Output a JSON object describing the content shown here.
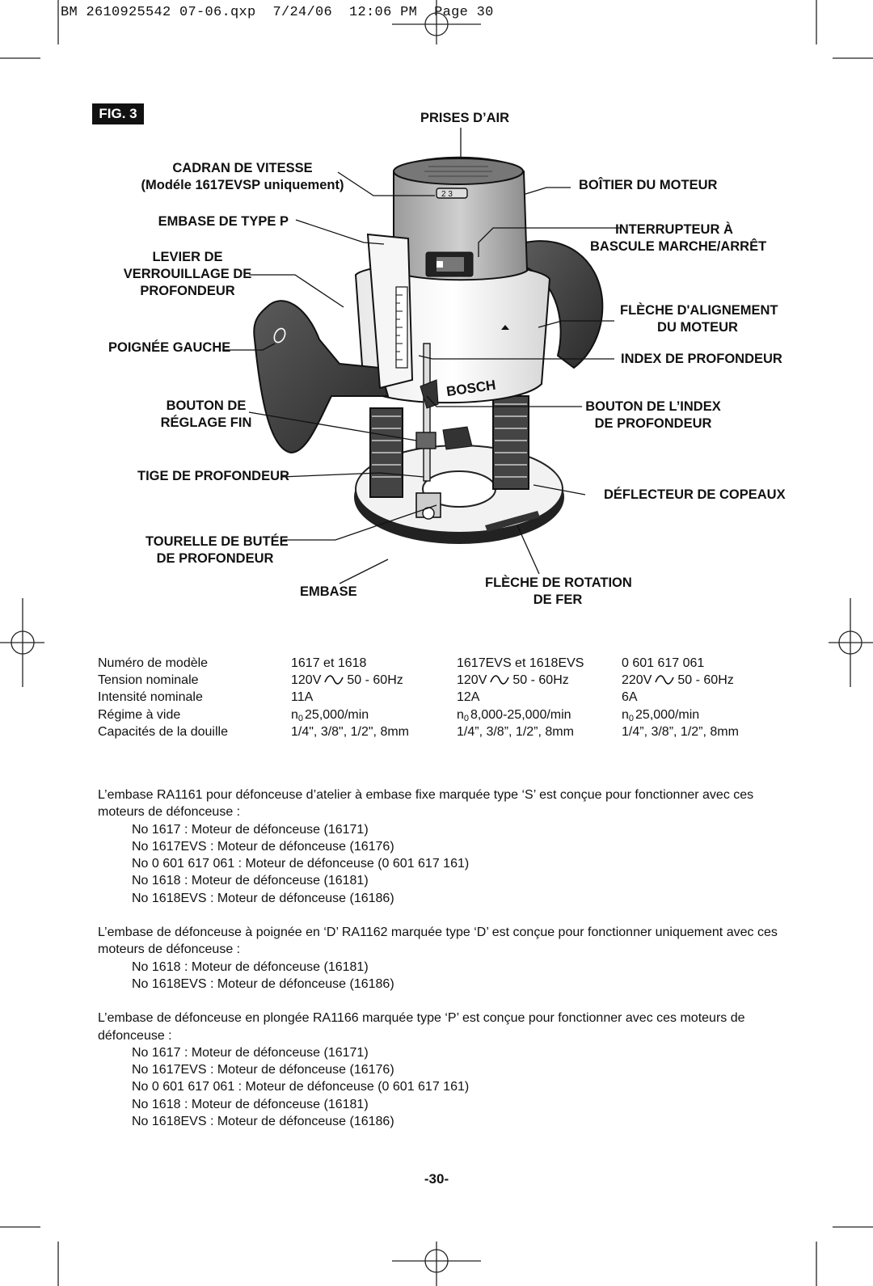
{
  "slug": "BM 2610925542 07-06.qxp  7/24/06  12:06 PM  Page 30",
  "figure": {
    "badge": "FIG. 3",
    "labels": {
      "prises_air": "PRISES D’AIR",
      "cadran_1": "CADRAN DE VITESSE",
      "cadran_2": "(Modéle 1617EVSP uniquement)",
      "boitier": "BOÎTIER DU MOTEUR",
      "embase_p": "EMBASE DE TYPE P",
      "interrupteur_1": "INTERRUPTEUR À",
      "interrupteur_2": "BASCULE MARCHE/ARRÊT",
      "levier_1": "LEVIER DE",
      "levier_2": "VERROUILLAGE DE",
      "levier_3": "PROFONDEUR",
      "fleche_align_1": "FLÈCHE D'ALIGNEMENT",
      "fleche_align_2": "DU MOTEUR",
      "poignee": "POIGNÉE GAUCHE",
      "index_prof": "INDEX DE PROFONDEUR",
      "bouton_reglage_1": "BOUTON DE",
      "bouton_reglage_2": "RÉGLAGE FIN",
      "bouton_index_1": "BOUTON DE L’INDEX",
      "bouton_index_2": "DE PROFONDEUR",
      "tige": "TIGE DE PROFONDEUR",
      "deflecteur": "DÉFLECTEUR DE COPEAUX",
      "tourelle_1": "TOURELLE DE BUTÉE",
      "tourelle_2": "DE PROFONDEUR",
      "embase": "EMBASE",
      "fleche_rot_1": "FLÈCHE DE ROTATION",
      "fleche_rot_2": "DE FER"
    },
    "brand": "BOSCH",
    "dial_marks": "2 3"
  },
  "specs": {
    "rows": [
      {
        "label": "Numéro de modèle",
        "c1": "1617 et 1618",
        "c2": "1617EVS et 1618EVS",
        "c3": "0 601 617 061"
      },
      {
        "label": "Tension nominale",
        "c1a": "120V",
        "c1b": "50 - 60Hz",
        "c2a": "120V",
        "c2b": "50 - 60Hz",
        "c3a": "220V",
        "c3b": "50 - 60Hz"
      },
      {
        "label": "Intensité nominale",
        "c1": "11A",
        "c2": "12A",
        "c3": "6A"
      },
      {
        "label": "Régime à vide",
        "n": "n",
        "sub": "0",
        "c1": "25,000/min",
        "c2": "8,000-25,000/min",
        "c3": "25,000/min"
      },
      {
        "label": "Capacités de la douille",
        "c1": "1/4\", 3/8\", 1/2\", 8mm",
        "c2": "1/4”, 3/8”, 1/2”, 8mm",
        "c3": "1/4”, 3/8”, 1/2”, 8mm"
      }
    ]
  },
  "paragraphs": {
    "p1": "L’embase RA1161 pour défonceuse d’atelier à embase fixe marquée type ‘S’ est conçue pour fonctionner avec ces moteurs de défonceuse :",
    "p1_items": [
      "No 1617 : Moteur de défonceuse (16171)",
      "No 1617EVS : Moteur de défonceuse (16176)",
      "No 0 601 617 061 : Moteur de défonceuse (0 601 617 161)",
      "No 1618 : Moteur de défonceuse (16181)",
      "No 1618EVS : Moteur de défonceuse (16186)"
    ],
    "p2": "L’embase de défonceuse à poignée en ‘D’ RA1162 marquée type ‘D’ est conçue pour fonctionner uniquement avec ces moteurs de défonceuse :",
    "p2_items": [
      "No 1618 : Moteur de défonceuse (16181)",
      "No 1618EVS : Moteur de défonceuse (16186)"
    ],
    "p3": "L’embase de défonceuse en plongée RA1166 marquée type ‘P’ est conçue pour fonctionner avec ces moteurs de défonceuse :",
    "p3_items": [
      "No 1617 : Moteur de défonceuse (16171)",
      "No 1617EVS : Moteur de défonceuse (16176)",
      "No 0 601 617 061 : Moteur de défonceuse (0 601 617 161)",
      "No 1618 : Moteur de défonceuse (16181)",
      "No 1618EVS : Moteur de défonceuse (16186)"
    ]
  },
  "page_number": "-30-"
}
